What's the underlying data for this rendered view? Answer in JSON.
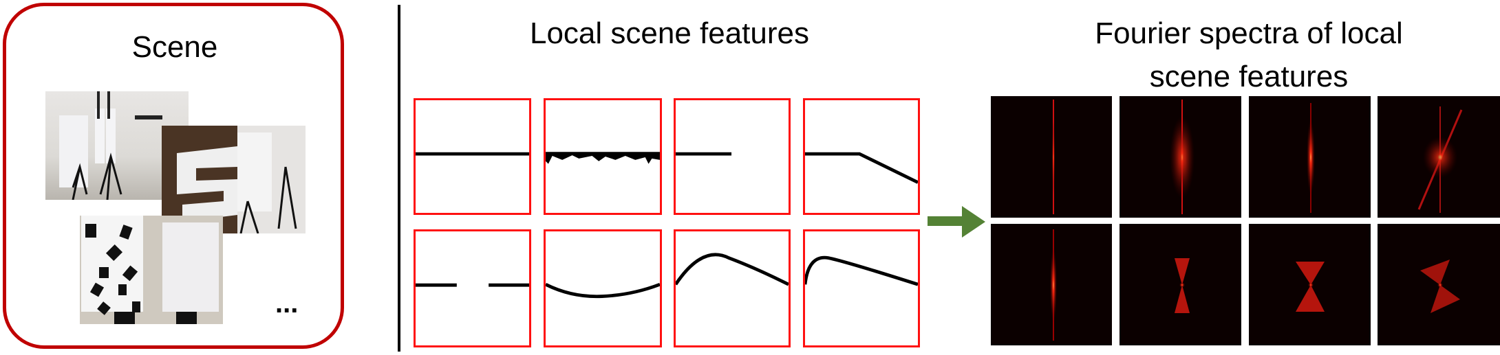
{
  "scene": {
    "title": "Scene",
    "ellipsis": "..."
  },
  "features": {
    "title": "Local scene features"
  },
  "spectra": {
    "title_line1": "Fourier spectra of local",
    "title_line2": "scene features"
  },
  "colors": {
    "frame": "#c00000",
    "feature_border": "#ff1010",
    "arrow": "#548235",
    "spectrum_bg": "#0b0000"
  }
}
